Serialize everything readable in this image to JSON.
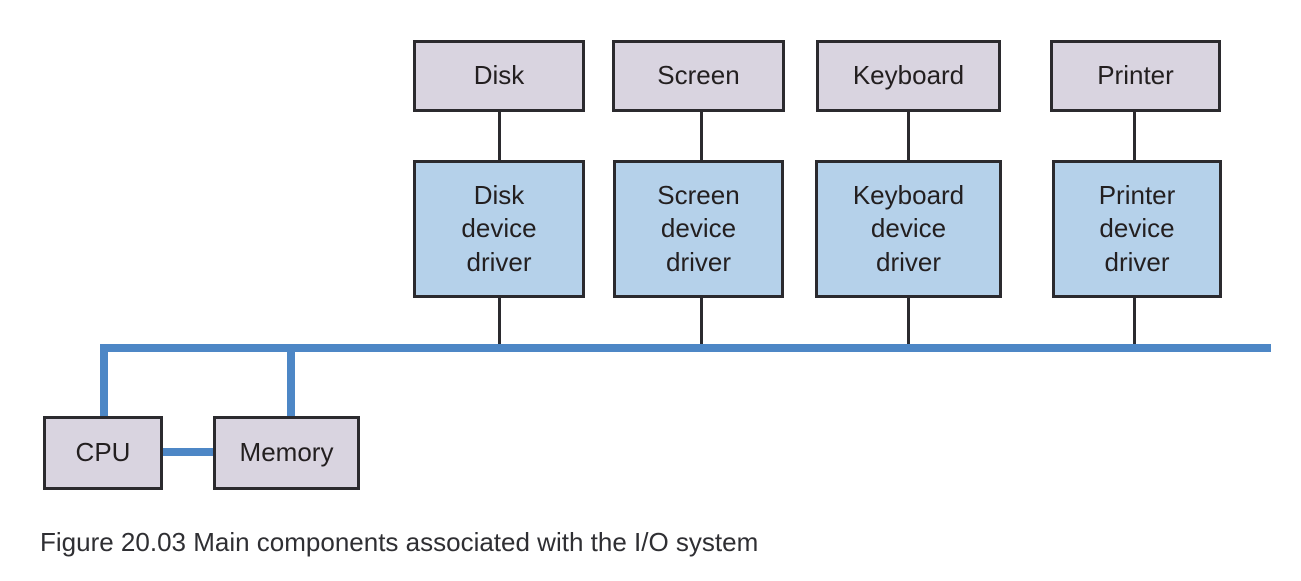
{
  "figure": {
    "caption": "Figure 20.03 Main components associated with the I/O system"
  },
  "colors": {
    "device_box_fill": "#d9d4e0",
    "driver_box_fill": "#b5d1ea",
    "bus_blue": "#4d87c6",
    "box_border": "#2b2a2e"
  },
  "columns": [
    {
      "device": "Disk",
      "driver": "Disk\ndevice\ndriver"
    },
    {
      "device": "Screen",
      "driver": "Screen\ndevice\ndriver"
    },
    {
      "device": "Keyboard",
      "driver": "Keyboard\ndevice\ndriver"
    },
    {
      "device": "Printer",
      "driver": "Printer\ndevice\ndriver"
    }
  ],
  "nodes": {
    "cpu": "CPU",
    "memory": "Memory"
  }
}
